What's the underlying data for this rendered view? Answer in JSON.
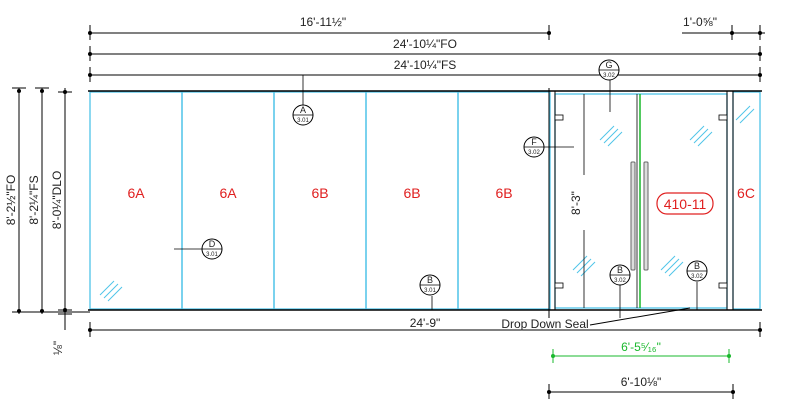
{
  "colors": {
    "glass": "#4fc3e8",
    "panel_label": "#e02020",
    "green": "#19b82c",
    "line": "#000000"
  },
  "dimensions": {
    "top_width": "16'-11½\"",
    "top_right": "1'-0⅝\"",
    "overall_fo": "24'-10¼\"FO",
    "overall_fs": "24'-10¼\"FS",
    "bottom_width": "24'-9\"",
    "door_opening_green": "6'-5⁵⁄₁₆\"",
    "door_frame_width": "6'-10⅛\"",
    "door_height": "8'-3\"",
    "left_fo": "8'-2½\"FO",
    "left_fs": "8'-2¼\"FS",
    "left_dlo": "8'-0¼\"DLO",
    "left_small": "⅛\""
  },
  "panels": [
    "6A",
    "6A",
    "6B",
    "6B",
    "6B",
    "6C"
  ],
  "door_tag": "410-11",
  "seal_label": "Drop Down Seal",
  "callouts": [
    {
      "letter": "A",
      "ref": "3.01"
    },
    {
      "letter": "D",
      "ref": "3.01"
    },
    {
      "letter": "B",
      "ref": "3.01"
    },
    {
      "letter": "F",
      "ref": "3.02"
    },
    {
      "letter": "G",
      "ref": "3.02"
    },
    {
      "letter": "B",
      "ref": "3.02"
    },
    {
      "letter": "B",
      "ref": "3.02"
    }
  ]
}
